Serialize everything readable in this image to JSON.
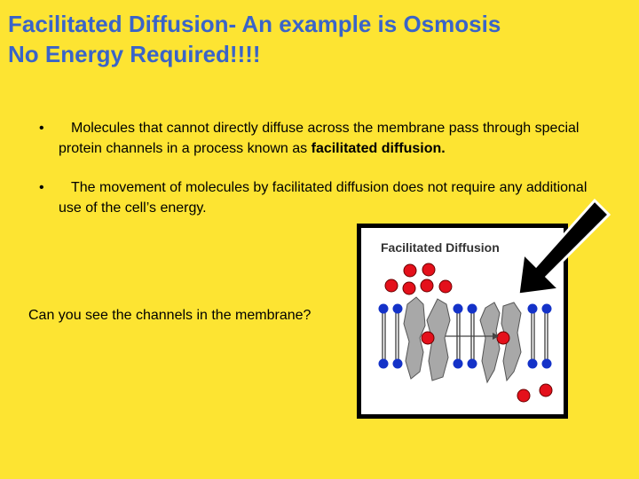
{
  "title": {
    "line1": "Facilitated Diffusion- An example is Osmosis",
    "line2": "No Energy Required!!!!"
  },
  "bullets": [
    {
      "marker": "•",
      "text_before": "Molecules that cannot directly diffuse across the membrane pass through special protein channels in a process known as ",
      "text_bold": "facilitated diffusion."
    },
    {
      "marker": "•",
      "text_before": "The movement of molecules by facilitated diffusion does not require any additional use of the cell’s energy.",
      "text_bold": ""
    }
  ],
  "question": "Can you see the channels in the membrane?",
  "figure": {
    "title": "Facilitated Diffusion"
  },
  "colors": {
    "background": "#fde432",
    "title": "#3a64c8",
    "molecule": "#e4101b",
    "lipid_head": "#1432c8",
    "protein": "#a8a8a8",
    "arrow": "#000000"
  }
}
